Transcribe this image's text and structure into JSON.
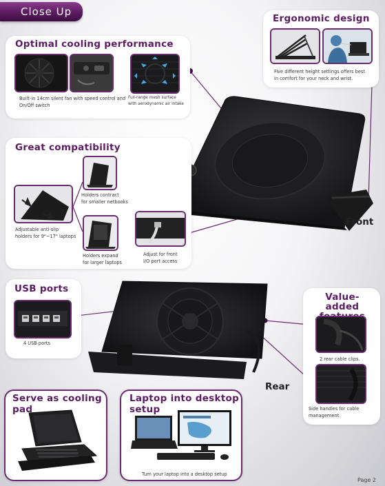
{
  "header": {
    "title": "Close Up"
  },
  "cooling": {
    "title": "Optimal cooling performance",
    "caption_fan": "Built-in 14cm silent fan with speed control and On/Off switch",
    "caption_mesh_1": "Full-range mesh surface",
    "caption_mesh_2": "with aerodynamic air intake"
  },
  "ergonomic": {
    "title": "Ergonomic design",
    "caption_1": "Five different height settings offers best",
    "caption_2": "in comfort for your neck and wrist."
  },
  "compat": {
    "title": "Great compatibility",
    "contract_1": "Holders contract",
    "contract_2": "for smaller netbooks",
    "antislip_1": "Adjustable anti-slip",
    "antislip_2": "holders for 9\"~17\" laptops",
    "expand_1": "Holders expand",
    "expand_2": "for larger laptops",
    "front_io_1": "Adjust for front",
    "front_io_2": "I/O port access"
  },
  "labels": {
    "front": "Front",
    "rear": "Rear"
  },
  "usb": {
    "title": "USB ports",
    "caption": "4 USB ports"
  },
  "value_added": {
    "title_1": "Value-added",
    "title_2": "features",
    "clips": "2 rear cable clips.",
    "handles_1": "Side handles for cable",
    "handles_2": "management."
  },
  "cooling_pad": {
    "title": "Serve as cooling pad"
  },
  "desktop": {
    "title": "Laptop into desktop setup",
    "caption": "Turn your laptop into a desktop setup"
  },
  "footer": {
    "page": "Page 2"
  },
  "colors": {
    "accent": "#5b1a63",
    "line": "#6a2a70"
  }
}
